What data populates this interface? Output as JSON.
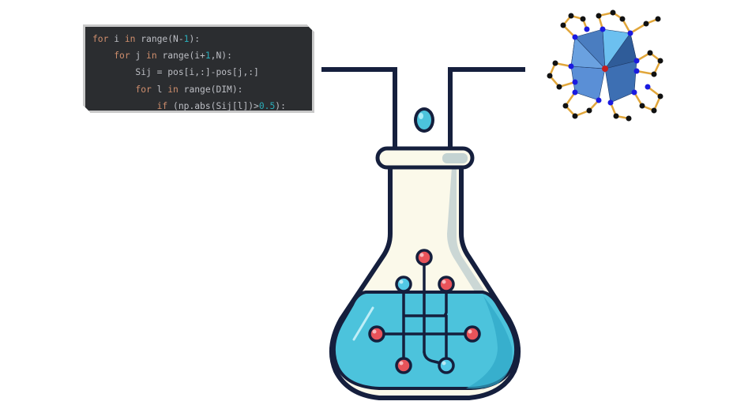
{
  "code_snippet": {
    "language": "python",
    "lines": [
      {
        "indent": 0,
        "tokens": [
          {
            "t": "for",
            "c": "kw"
          },
          {
            "t": " i "
          },
          {
            "t": "in",
            "c": "kw"
          },
          {
            "t": " range(N-"
          },
          {
            "t": "1",
            "c": "num"
          },
          {
            "t": "):"
          }
        ]
      },
      {
        "indent": 1,
        "tokens": [
          {
            "t": "for",
            "c": "kw"
          },
          {
            "t": " j "
          },
          {
            "t": "in",
            "c": "kw"
          },
          {
            "t": " range(i+"
          },
          {
            "t": "1",
            "c": "num"
          },
          {
            "t": ",N):"
          }
        ]
      },
      {
        "indent": 2,
        "tokens": [
          {
            "t": "Sij = pos[i,:]-pos[j,:]"
          }
        ]
      },
      {
        "indent": 2,
        "tokens": [
          {
            "t": "for",
            "c": "kw"
          },
          {
            "t": " l "
          },
          {
            "t": "in",
            "c": "kw"
          },
          {
            "t": " range(DIM):"
          }
        ]
      },
      {
        "indent": 3,
        "tokens": [
          {
            "t": "if",
            "c": "kw"
          },
          {
            "t": " (np.abs(Sij[l])>"
          },
          {
            "t": "0.5",
            "c": "num"
          },
          {
            "t": "):"
          }
        ]
      }
    ],
    "text": [
      "for i in range(N-1):",
      "    for j in range(i+1,N):",
      "        Sij = pos[i,:]-pos[j,:]",
      "        for l in range(DIM):",
      "            if (np.abs(Sij[l])>0.5):"
    ]
  },
  "diagram": {
    "description": "Code and molecular structure feed into a flask via a funnel pipe",
    "elements": [
      "code-panel",
      "funnel-pipe",
      "droplet",
      "flask",
      "molecule-graph-icon",
      "polyhedral-cluster-image"
    ]
  },
  "colors": {
    "outline": "#151f3d",
    "liquid": "#4cc3dc",
    "liquid_dark": "#2fa6c6",
    "glass": "#fbf9ea",
    "glass_shade": "#b7c9cc",
    "node_red": "#e8535a",
    "node_blue": "#52c8e6",
    "code_bg": "#2b2d30",
    "code_border": "#c9c9c9",
    "keyword": "#cf8e6d",
    "number": "#2aacb8",
    "polyhedra": "#4a7dc0",
    "bond": "#e1a63a"
  }
}
